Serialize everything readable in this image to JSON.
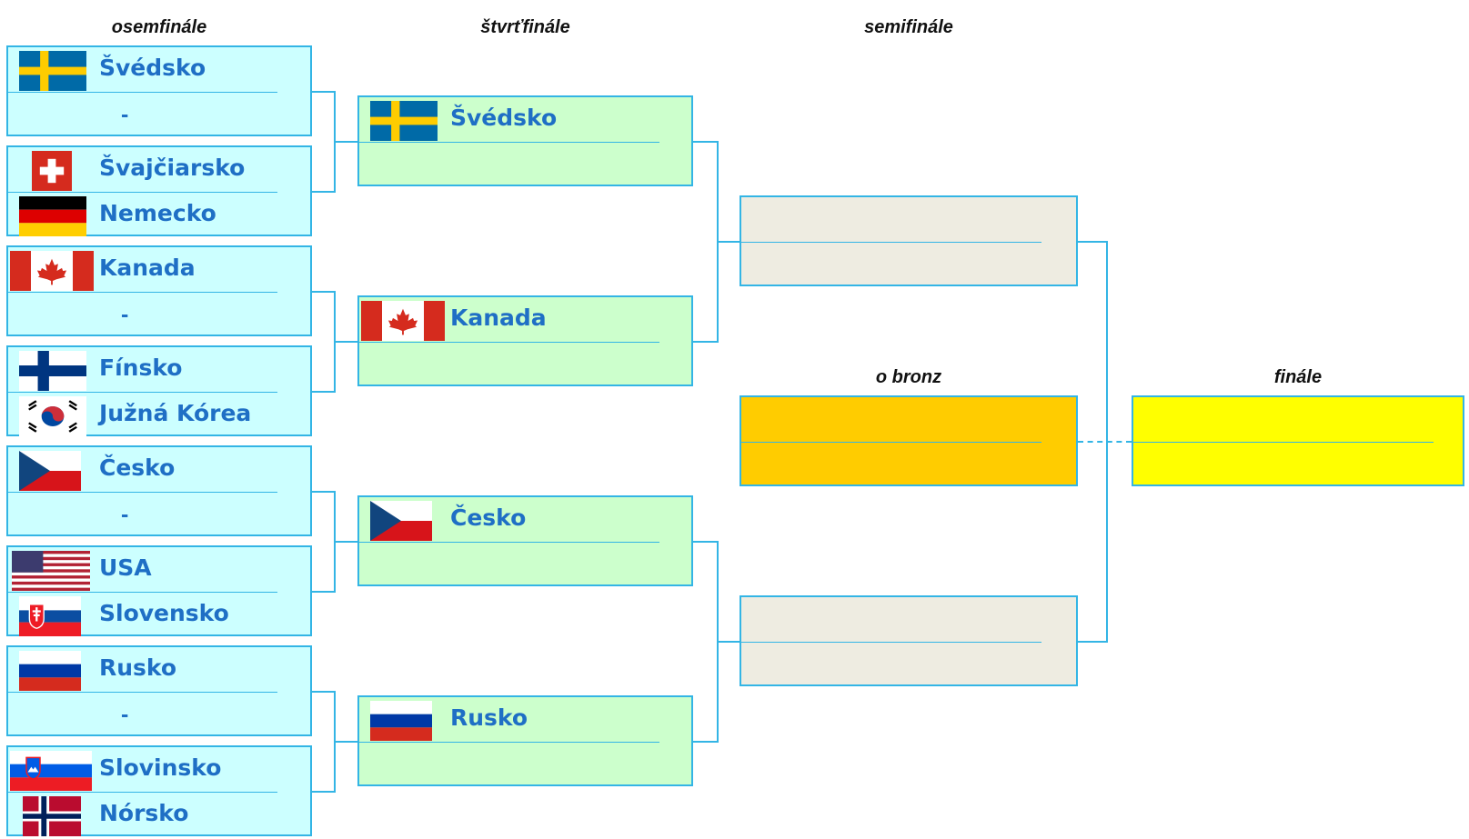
{
  "rounds": {
    "r16": "osemfinále",
    "qf": "štvrťfinále",
    "sf": "semifinále",
    "bronze": "o bronz",
    "final": "finále"
  },
  "r16": [
    {
      "t1": "Švédsko",
      "f1": "sweden-flag",
      "t2": "-",
      "f2": ""
    },
    {
      "t1": "Švajčiarsko",
      "f1": "switzerland-flag",
      "t2": "Nemecko",
      "f2": "germany-flag"
    },
    {
      "t1": "Kanada",
      "f1": "canada-flag",
      "t2": "-",
      "f2": ""
    },
    {
      "t1": "Fínsko",
      "f1": "finland-flag",
      "t2": "Južná Kórea",
      "f2": "south-korea-flag"
    },
    {
      "t1": "Česko",
      "f1": "czech-flag",
      "t2": "-",
      "f2": ""
    },
    {
      "t1": "USA",
      "f1": "usa-flag",
      "t2": "Slovensko",
      "f2": "slovakia-flag"
    },
    {
      "t1": "Rusko",
      "f1": "russia-flag",
      "t2": "-",
      "f2": ""
    },
    {
      "t1": "Slovinsko",
      "f1": "slovenia-flag",
      "t2": "Nórsko",
      "f2": "norway-flag"
    }
  ],
  "qf": [
    {
      "t1": "Švédsko",
      "f1": "sweden-flag"
    },
    {
      "t1": "Kanada",
      "f1": "canada-flag"
    },
    {
      "t1": "Česko",
      "f1": "czech-flag"
    },
    {
      "t1": "Rusko",
      "f1": "russia-flag"
    }
  ],
  "colors": {
    "r16_box": "#ccffff",
    "qf_box": "#ccffcc",
    "sf_box": "#eeece1",
    "bronze_box": "#ffcc00",
    "final_box": "#ffff00",
    "line": "#33b5e5",
    "team_text": "#1f6fc5"
  }
}
